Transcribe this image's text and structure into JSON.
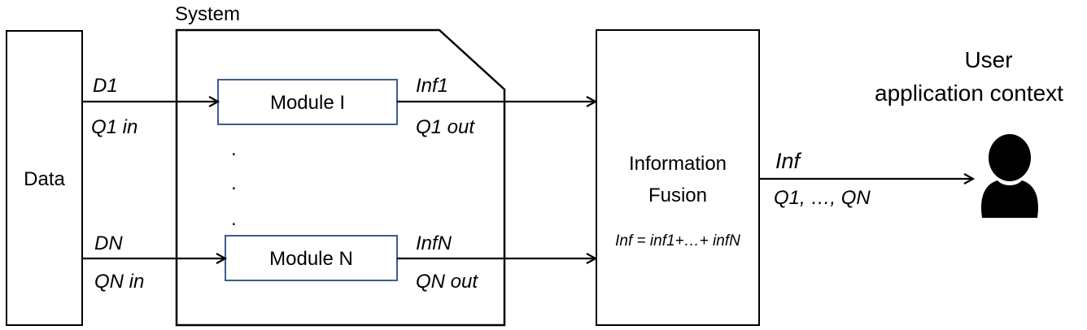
{
  "diagram": {
    "data_box_label": "Data",
    "system_title": "System",
    "module_1_label": "Module I",
    "module_n_label": "Module N",
    "ellipsis": ".",
    "fusion_title_line1": "Information",
    "fusion_title_line2": "Fusion",
    "fusion_formula": "Inf = inf1+…+ infN",
    "user_title_line1": "User",
    "user_title_line2": "application context",
    "in_top_label": "D1",
    "in_top_sub": "Q1 in",
    "in_bottom_label": "DN",
    "in_bottom_sub": "QN in",
    "out_top_label": "Inf1",
    "out_top_sub": "Q1 out",
    "out_bottom_label": "InfN",
    "out_bottom_sub": "QN out",
    "final_label": "Inf",
    "final_sub": "Q1, …, QN",
    "module_border_color": "#3b5d8f",
    "line_color": "#000000",
    "user_icon": "user-silhouette-icon"
  }
}
